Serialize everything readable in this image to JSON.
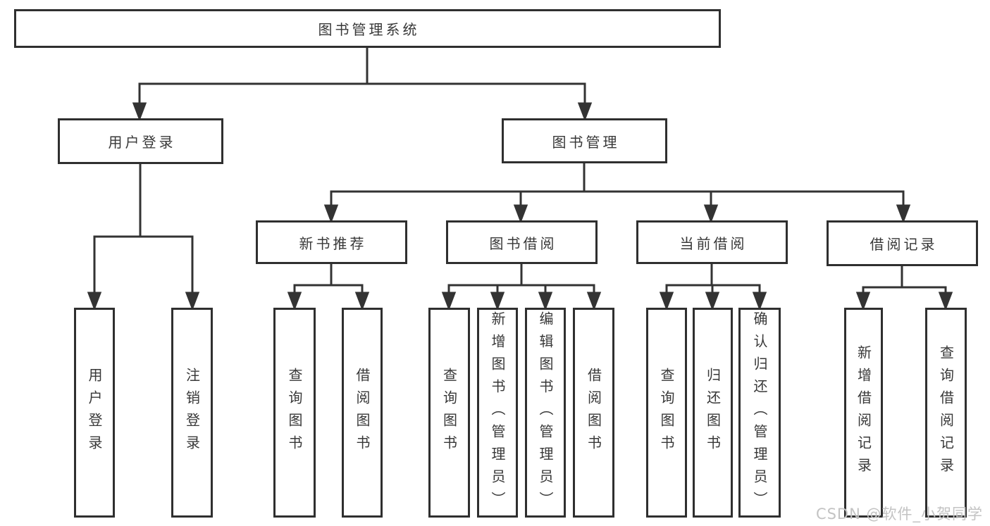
{
  "watermark": "CSDN @软件_小贺同学",
  "colors": {
    "line": "#333333",
    "box_border": "#2f2f2f",
    "text": "#383838",
    "watermark": "#c3c3c3",
    "background": "#ffffff"
  },
  "tree": {
    "label": "图书管理系统",
    "children": [
      {
        "label": "用户登录",
        "children": [
          {
            "label": "用户登录"
          },
          {
            "label": "注销登录"
          }
        ]
      },
      {
        "label": "图书管理",
        "children": [
          {
            "label": "新书推荐",
            "children": [
              {
                "label": "查询图书"
              },
              {
                "label": "借阅图书"
              }
            ]
          },
          {
            "label": "图书借阅",
            "children": [
              {
                "label": "查询图书"
              },
              {
                "label": "新增图书（管理员）"
              },
              {
                "label": "编辑图书（管理员）"
              },
              {
                "label": "借阅图书"
              }
            ]
          },
          {
            "label": "当前借阅",
            "children": [
              {
                "label": "查询图书"
              },
              {
                "label": "归还图书"
              },
              {
                "label": "确认归还（管理员）"
              }
            ]
          },
          {
            "label": "借阅记录",
            "children": [
              {
                "label": "新增借阅记录"
              },
              {
                "label": "查询借阅记录"
              }
            ]
          }
        ]
      }
    ]
  }
}
